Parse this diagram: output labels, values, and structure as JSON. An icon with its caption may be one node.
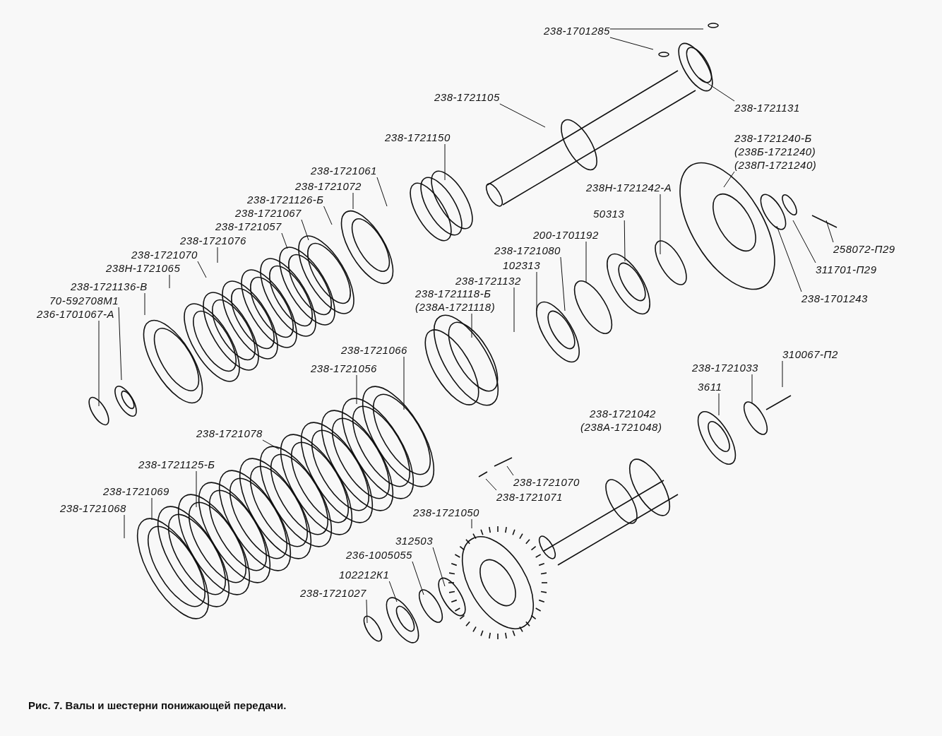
{
  "diagram": {
    "caption": "Рис. 7. Валы и шестерни понижающей передачи.",
    "nodes": [
      {
        "text": [
          "238-1701285"
        ]
      },
      {
        "text": [
          "238-1721131"
        ]
      },
      {
        "text": [
          "238-1721105"
        ]
      },
      {
        "text": [
          "238-1721150"
        ]
      },
      {
        "text": [
          "238-1721240-Б",
          "(238Б-1721240)",
          "(238П-1721240)"
        ]
      },
      {
        "text": [
          "238Н-1721242-А"
        ]
      },
      {
        "text": [
          "50313"
        ]
      },
      {
        "text": [
          "200-1701192"
        ]
      },
      {
        "text": [
          "238-1721080"
        ]
      },
      {
        "text": [
          "102313"
        ]
      },
      {
        "text": [
          "238-1721132"
        ]
      },
      {
        "text": [
          "238-1721118-Б",
          "(238А-1721118)"
        ]
      },
      {
        "text": [
          "238-1721066"
        ]
      },
      {
        "text": [
          "238-1721056"
        ]
      },
      {
        "text": [
          "238-1721061"
        ]
      },
      {
        "text": [
          "238-1721072"
        ]
      },
      {
        "text": [
          "238-1721126-Б"
        ]
      },
      {
        "text": [
          "238-1721067"
        ]
      },
      {
        "text": [
          "238-1721057"
        ]
      },
      {
        "text": [
          "238-1721076"
        ]
      },
      {
        "text": [
          "238-1721070"
        ]
      },
      {
        "text": [
          "238Н-1721065"
        ]
      },
      {
        "text": [
          "238-1721136-В"
        ]
      },
      {
        "text": [
          "70-592708М1"
        ]
      },
      {
        "text": [
          "236-1701067-А"
        ]
      },
      {
        "text": [
          "258072-П29"
        ]
      },
      {
        "text": [
          "311701-П29"
        ]
      },
      {
        "text": [
          "238-1701243"
        ]
      },
      {
        "text": [
          "238-1721033"
        ]
      },
      {
        "text": [
          "3611"
        ]
      },
      {
        "text": [
          "310067-П2"
        ]
      },
      {
        "text": [
          "238-1721070"
        ]
      },
      {
        "text": [
          "238-1721071"
        ]
      },
      {
        "text": [
          "238-1721078"
        ]
      },
      {
        "text": [
          "238-1721125-Б"
        ]
      },
      {
        "text": [
          "238-1721069"
        ]
      },
      {
        "text": [
          "238-1721068"
        ]
      },
      {
        "text": [
          "238-1721050"
        ]
      },
      {
        "text": [
          "312503"
        ]
      },
      {
        "text": [
          "236-1005055"
        ]
      },
      {
        "text": [
          "102212К1"
        ]
      },
      {
        "text": [
          "238-1721027"
        ]
      }
    ],
    "edges": [
      {
        "from": 0,
        "to": null,
        "arrow": "none"
      },
      {
        "from": 0,
        "to": null,
        "arrow": "none"
      },
      {
        "from": 1,
        "to": null,
        "arrow": "none"
      },
      {
        "from": 2,
        "to": null,
        "arrow": "none"
      },
      {
        "from": 3,
        "to": null,
        "arrow": "none"
      },
      {
        "from": 4,
        "to": null,
        "arrow": "none"
      },
      {
        "from": 5,
        "to": null,
        "arrow": "none"
      },
      {
        "from": 6,
        "to": null,
        "arrow": "none"
      },
      {
        "from": 7,
        "to": null,
        "arrow": "none"
      },
      {
        "from": 8,
        "to": null,
        "arrow": "none"
      },
      {
        "from": 9,
        "to": null,
        "arrow": "none"
      },
      {
        "from": 10,
        "to": null,
        "arrow": "none"
      },
      {
        "from": 11,
        "to": null,
        "arrow": "none"
      },
      {
        "from": 12,
        "to": null,
        "arrow": "none"
      },
      {
        "from": 13,
        "to": null,
        "arrow": "none"
      },
      {
        "from": 14,
        "to": null,
        "arrow": "none"
      },
      {
        "from": 15,
        "to": null,
        "arrow": "none"
      },
      {
        "from": 16,
        "to": null,
        "arrow": "none"
      },
      {
        "from": 17,
        "to": null,
        "arrow": "none"
      },
      {
        "from": 18,
        "to": null,
        "arrow": "none"
      },
      {
        "from": 19,
        "to": null,
        "arrow": "none"
      },
      {
        "from": 20,
        "to": null,
        "arrow": "none"
      },
      {
        "from": 21,
        "to": null,
        "arrow": "none"
      },
      {
        "from": 22,
        "to": null,
        "arrow": "none"
      },
      {
        "from": 23,
        "to": null,
        "arrow": "none"
      },
      {
        "from": 24,
        "to": null,
        "arrow": "none"
      },
      {
        "from": 25,
        "to": null,
        "arrow": "none"
      },
      {
        "from": 26,
        "to": null,
        "arrow": "none"
      },
      {
        "from": 27,
        "to": null,
        "arrow": "none"
      },
      {
        "from": 28,
        "to": null,
        "arrow": "none"
      },
      {
        "from": 29,
        "to": null,
        "arrow": "none"
      },
      {
        "from": 30,
        "to": null,
        "arrow": "none"
      },
      {
        "from": 31,
        "to": null,
        "arrow": "none"
      },
      {
        "from": 32,
        "to": null,
        "arrow": "none"
      },
      {
        "from": 33,
        "to": null,
        "arrow": "none"
      },
      {
        "from": 34,
        "to": null,
        "arrow": "none"
      },
      {
        "from": 35,
        "to": null,
        "arrow": "none"
      },
      {
        "from": 36,
        "to": null,
        "arrow": "none"
      },
      {
        "from": 37,
        "to": null,
        "arrow": "none"
      },
      {
        "from": 38,
        "to": null,
        "arrow": "none"
      },
      {
        "from": 39,
        "to": null,
        "arrow": "none"
      },
      {
        "from": 40,
        "to": null,
        "arrow": "none"
      },
      {
        "from": 41,
        "to": null,
        "arrow": "none"
      }
    ],
    "labels": [
      "238-1721042",
      "(238А-1721048)"
    ]
  }
}
